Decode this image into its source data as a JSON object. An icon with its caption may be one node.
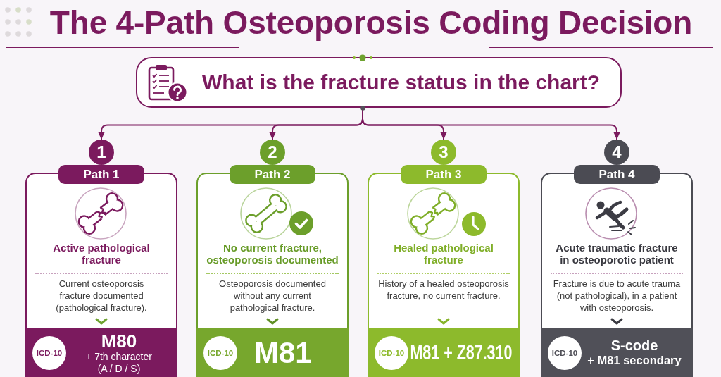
{
  "diagram": {
    "title": "The 4-Path Osteoporosis Coding Decision",
    "nodes": [
      {
        "text": [
          "What is the fracture status in the chart?"
        ]
      },
      {
        "text": [
          "1"
        ]
      },
      {
        "text": [
          "Path 1"
        ]
      },
      {
        "text": [
          "Active pathological fracture",
          "Current osteoporosis fracture documented (pathological fracture)."
        ]
      },
      {
        "text": [
          "M80",
          "+ 7th character (A / D / S)"
        ],
        "in": 3
      },
      {
        "text": [
          "ICD-10"
        ],
        "in": 4
      },
      {
        "text": [
          "2"
        ]
      },
      {
        "text": [
          "Path 2"
        ]
      },
      {
        "text": [
          "No current fracture, osteoporosis documented",
          "Osteoporosis documented without any current pathological fracture."
        ]
      },
      {
        "text": [
          "M81"
        ],
        "in": 8
      },
      {
        "text": [
          "ICD-10"
        ],
        "in": 9
      },
      {
        "text": [
          "3"
        ]
      },
      {
        "text": [
          "Path 3"
        ]
      },
      {
        "text": [
          "Healed pathological fracture",
          "History of a healed osteoporosis fracture, no current fracture."
        ]
      },
      {
        "text": [
          "M81 + Z87.310"
        ],
        "in": 13
      },
      {
        "text": [
          "ICD-10"
        ],
        "in": 14
      },
      {
        "text": [
          "4"
        ]
      },
      {
        "text": [
          "Path 4"
        ]
      },
      {
        "text": [
          "Acute traumatic fracture in osteoporotic patient",
          "Fracture is due to acute trauma (not pathological), in a patient with osteoporosis."
        ]
      },
      {
        "text": [
          "S-code",
          "+ M81 secondary"
        ],
        "in": 18
      },
      {
        "text": [
          "ICD-10"
        ],
        "in": 19
      }
    ],
    "edges": [
      {
        "from": 0,
        "to": 1,
        "arrow": "to"
      },
      {
        "from": 0,
        "to": 6,
        "arrow": "to"
      },
      {
        "from": 0,
        "to": 11,
        "arrow": "to"
      },
      {
        "from": 0,
        "to": 16,
        "arrow": "to"
      }
    ]
  }
}
